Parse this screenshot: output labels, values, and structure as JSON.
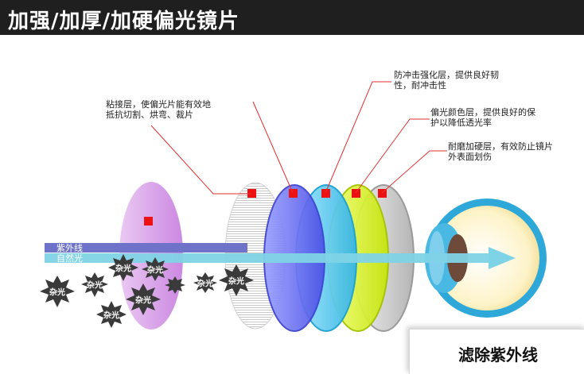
{
  "header": {
    "title": "加强/加厚/加硬偏光镜片"
  },
  "callouts": {
    "adhesive": [
      "粘接层，使偏光片能有效地",
      "抵抗切割、烘弯、裁片"
    ],
    "impact": [
      "防冲击强化层，提供良好韧",
      "性，耐冲击性"
    ],
    "polar_color": [
      "偏光颜色层，提供良好的保",
      "护以降低透光率"
    ],
    "hard_coat": [
      "耐磨加硬层，有效防止镜片",
      "外表面划伤"
    ]
  },
  "rays": {
    "uv": "紫外线",
    "natural": "自然光"
  },
  "noise_label": "杂光",
  "bottom_label": "滤除紫外线",
  "colors": {
    "header_bg": "#1f1f1f",
    "marker": "#ee1111",
    "uv_ray": "#6f72c9",
    "light_ray": "#7fd3e6",
    "purple_lens": "#d79be8",
    "blue_lens": "#6a6ff0",
    "cyan_lens": "#56c6ee",
    "yellow_lens": "#d6ef1a",
    "gray_lens": "#c8c8c8",
    "eye": "#3fb5e0"
  }
}
